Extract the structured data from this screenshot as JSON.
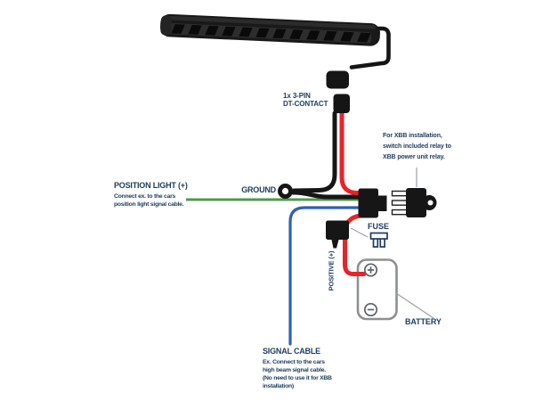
{
  "colors": {
    "wire_red": "#e8232a",
    "wire_green": "#4f9a4e",
    "wire_blue": "#2f62ae",
    "wire_black": "#161616",
    "text_navy": "#1d3c5f",
    "pointer_gray": "#9aa0a6",
    "battery_gray": "#8d9091"
  },
  "annotations": {
    "dt_contact": {
      "line1": "1x 3-PIN",
      "line2": "DT-CONTACT"
    },
    "xbb_note": {
      "line1": "For XBB installation,",
      "line2": "switch included relay to",
      "line3": "XBB power unit relay."
    },
    "position_light": {
      "title": "POSITION LIGHT (+)",
      "line1": "Connect ex. to the cars",
      "line2": "position light signal cable."
    },
    "ground_label": "GROUND",
    "fuse_label": "FUSE",
    "positive_label": "POSITIVE (+)",
    "battery_label": "BATTERY",
    "signal_cable": {
      "title": "SIGNAL CABLE",
      "line1": "Ex. Connect to the cars",
      "line2": "high beam signal cable.",
      "line3": "(No need to use it for XBB",
      "line4": "installation)"
    }
  }
}
